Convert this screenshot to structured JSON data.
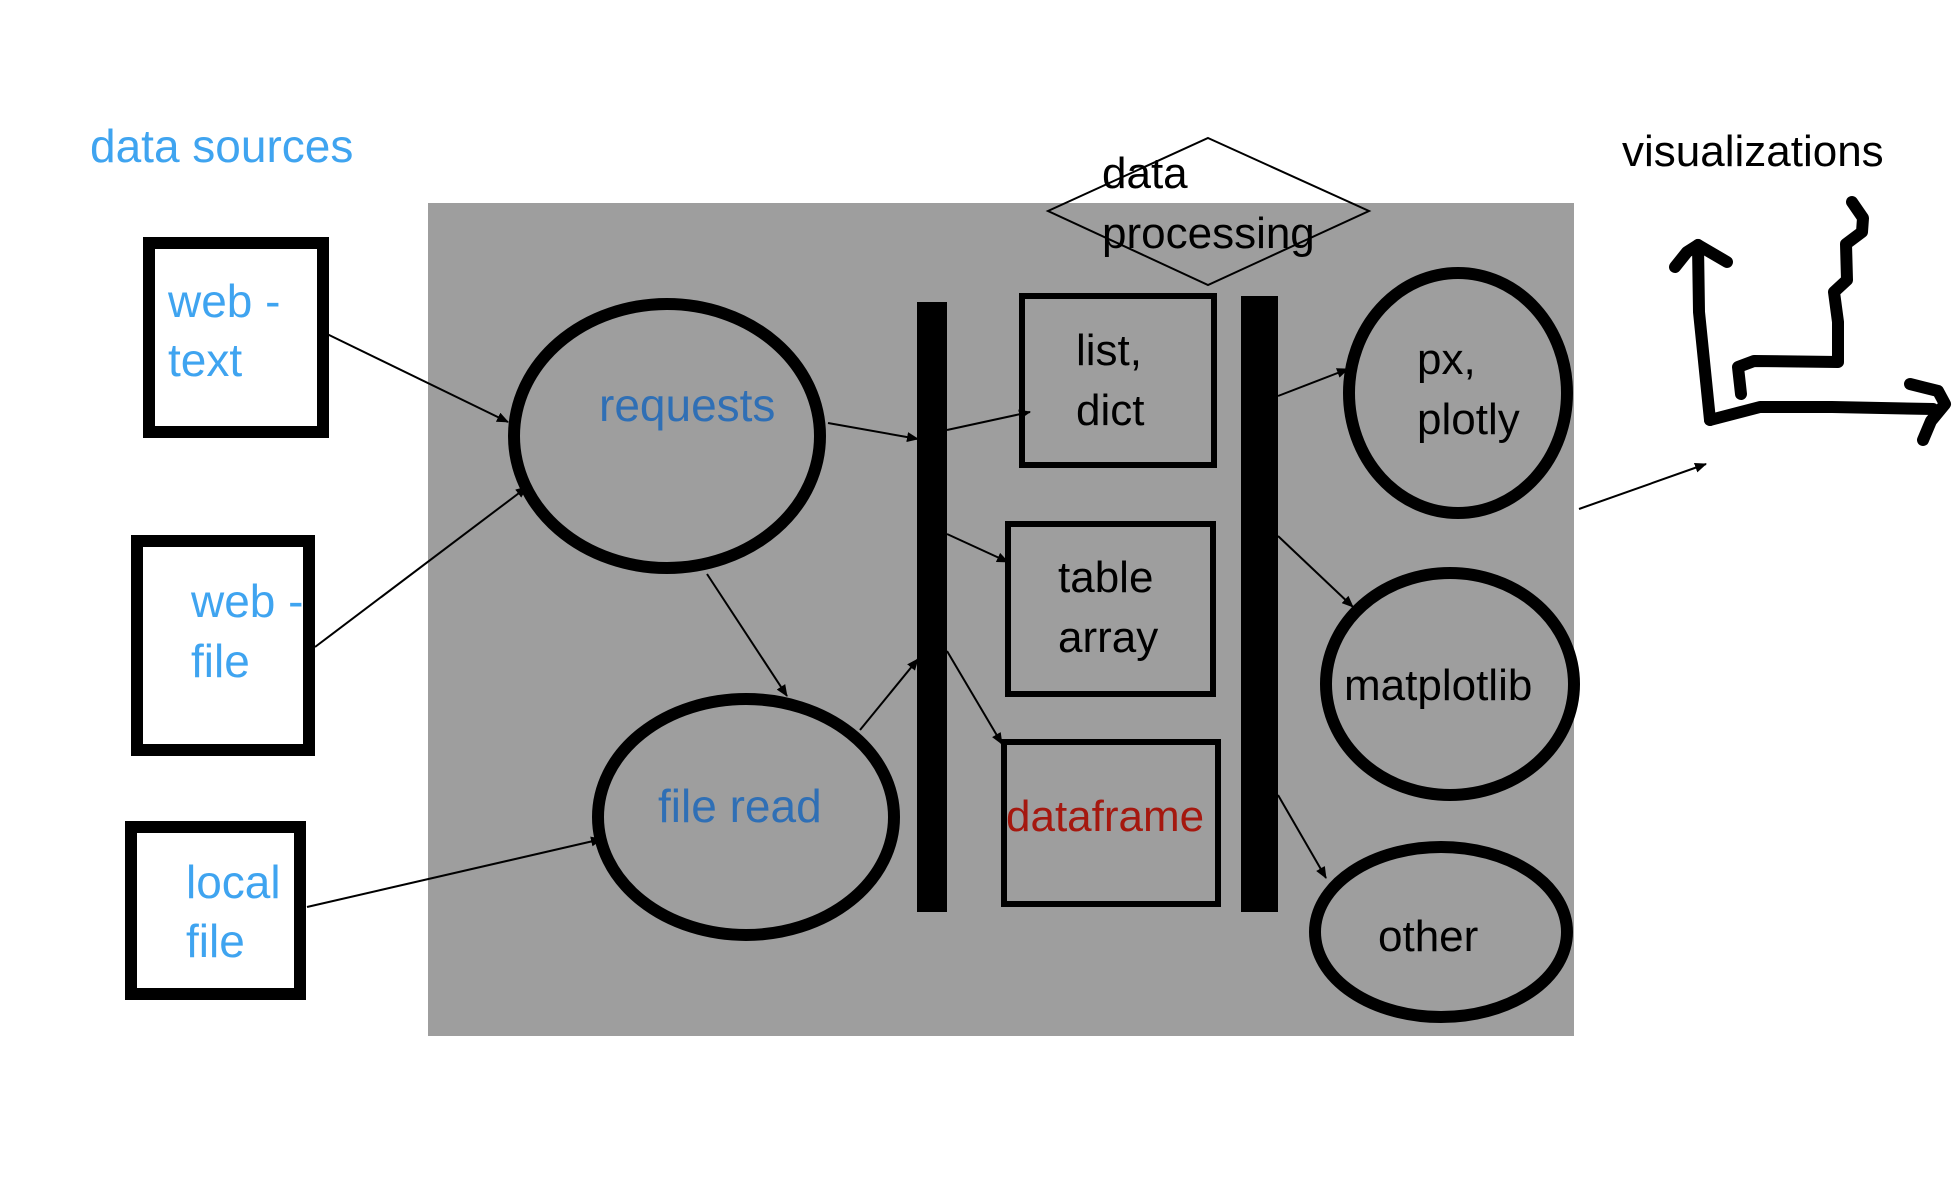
{
  "title": "data sources",
  "visualizations_label": "visualizations",
  "processing_label": [
    "data",
    "processing"
  ],
  "sources": [
    {
      "lines": [
        "web -",
        "text"
      ]
    },
    {
      "lines": [
        "web -",
        "file"
      ]
    },
    {
      "lines": [
        "local",
        "file"
      ]
    }
  ],
  "inputs": [
    {
      "label": "requests"
    },
    {
      "label": "file read"
    }
  ],
  "structures": [
    {
      "lines": [
        "list,",
        "dict"
      ]
    },
    {
      "lines": [
        "table",
        "array"
      ]
    },
    {
      "lines": [
        "dataframe"
      ]
    }
  ],
  "libraries": [
    {
      "lines": [
        "px,",
        "plotly"
      ]
    },
    {
      "lines": [
        "matplotlib"
      ]
    },
    {
      "lines": [
        "other"
      ]
    }
  ],
  "colors": {
    "panel": "#9e9e9e",
    "source_text": "#3fa4f0",
    "input_text": "#2f6fb5",
    "dataframe_text": "#a5180f"
  }
}
